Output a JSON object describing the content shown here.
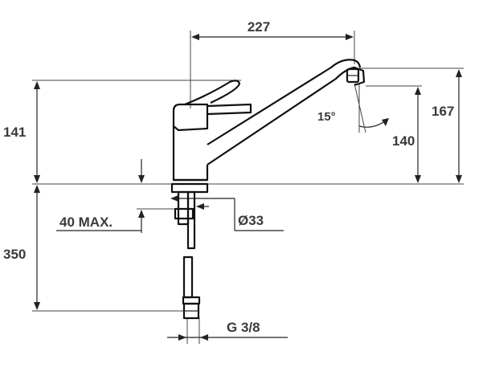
{
  "dimensions": {
    "spout_reach": "227",
    "total_height": "167",
    "body_height": "141",
    "spout_clearance": "140",
    "angle": "15°",
    "max_thickness": "40 MAX.",
    "hole_diameter": "Ø33",
    "hose_length": "350",
    "connection_thread": "G 3/8"
  }
}
